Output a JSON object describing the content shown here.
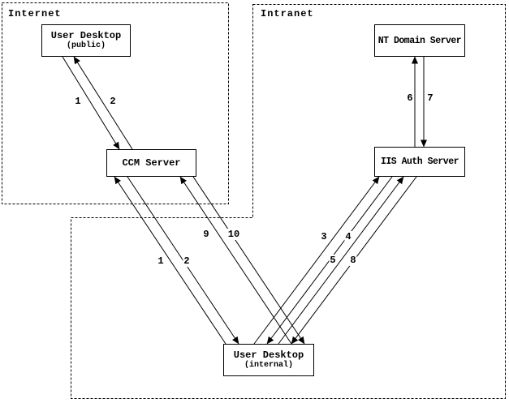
{
  "zones": {
    "internet": {
      "label": "Internet"
    },
    "intranet": {
      "label": "Intranet"
    }
  },
  "nodes": {
    "user_desktop_public": {
      "title": "User Desktop",
      "subtitle": "(public)"
    },
    "ccm_server": {
      "title": "CCM Server"
    },
    "nt_domain_server": {
      "title": "NT Domain Server"
    },
    "iis_auth_server": {
      "title": "IIS Auth Server"
    },
    "user_desktop_internal": {
      "title": "User Desktop",
      "subtitle": "(internal)"
    }
  },
  "steps": {
    "public_desktop_to_ccm": "1",
    "ccm_to_public_desktop": "2",
    "internal_desktop_to_ccm": "1",
    "ccm_to_internal_desktop": "2",
    "internal_desktop_to_iis_request": "3",
    "iis_to_internal_desktop_challenge": "4",
    "internal_desktop_to_iis_credentials": "5",
    "iis_to_nt_domain": "6",
    "nt_domain_to_iis": "7",
    "iis_to_internal_desktop_response": "8",
    "internal_desktop_to_ccm_auth": "9",
    "ccm_to_internal_desktop_auth": "10"
  },
  "colors": {
    "ink": "#000000",
    "background": "#ffffff"
  }
}
